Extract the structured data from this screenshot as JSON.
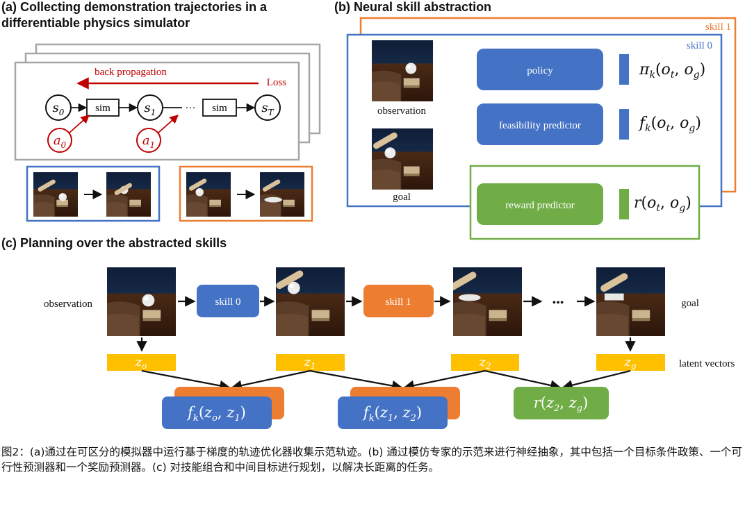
{
  "colors": {
    "blue": "#4472c4",
    "orange": "#ed7d31",
    "green": "#70ad47",
    "yellow": "#ffc000",
    "red": "#c00000",
    "gray": "#a6a6a6"
  },
  "panel_a": {
    "title_line1": "(a) Collecting demonstration trajectories in a",
    "title_line2": "differentiable physics simulator",
    "backprop_label": "back propagation",
    "loss_label": "Loss",
    "state_0": "s0",
    "state_1": "s1",
    "state_T": "sT",
    "action_0": "a0",
    "action_1": "a1",
    "sim_label": "sim",
    "ellipsis": "···"
  },
  "panel_b": {
    "title": "(b) Neural skill abstraction",
    "skill1_label": "skill 1",
    "skill0_label": "skill 0",
    "observation_label": "observation",
    "goal_label": "goal",
    "policy_label": "policy",
    "feasibility_label": "feasibility predictor",
    "reward_label": "reward predictor"
  },
  "panel_c": {
    "title": "(c) Planning over the abstracted skills",
    "observation_label": "observation",
    "goal_label": "goal",
    "skill0_label": "skill 0",
    "skill1_label": "skill 1",
    "dots": "•••",
    "latent_label": "latent vectors"
  },
  "caption": "图2：(a)通过在可区分的模拟器中运行基于梯度的轨迹优化器收集示范轨迹。(b) 通过模仿专家的示范来进行神经抽象，其中包括一个目标条件政策、一个可行性预测器和一个奖励预测器。(c) 对技能组合和中间目标进行规划，以解决长距离的任务。"
}
